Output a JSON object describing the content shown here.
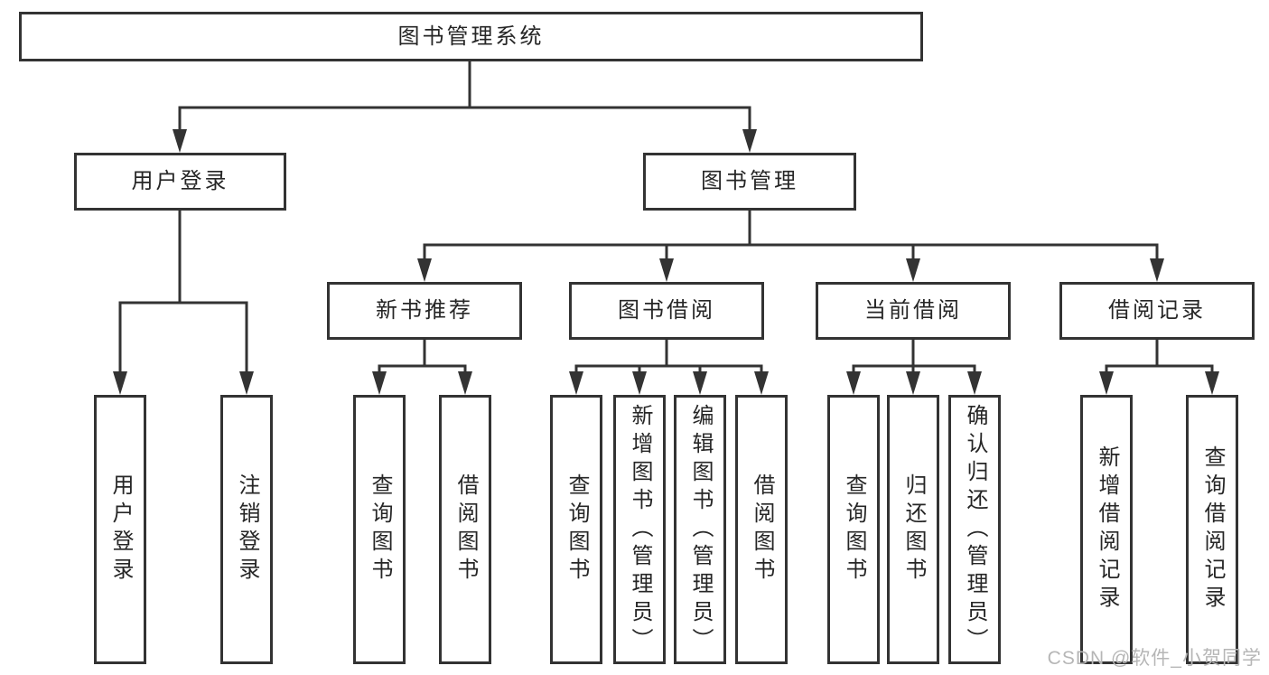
{
  "diagram_type": "function-structure-tree",
  "tree": {
    "root": "图书管理系统",
    "children": [
      {
        "label": "用户登录",
        "children": [
          {
            "label": "用户登录"
          },
          {
            "label": "注销登录"
          }
        ]
      },
      {
        "label": "图书管理",
        "children": [
          {
            "label": "新书推荐",
            "children": [
              {
                "label": "查询图书"
              },
              {
                "label": "借阅图书"
              }
            ]
          },
          {
            "label": "图书借阅",
            "children": [
              {
                "label": "查询图书"
              },
              {
                "label": "新增图书（管理员）"
              },
              {
                "label": "编辑图书（管理员）"
              },
              {
                "label": "借阅图书"
              }
            ]
          },
          {
            "label": "当前借阅",
            "children": [
              {
                "label": "查询图书"
              },
              {
                "label": "归还图书"
              },
              {
                "label": "确认归还（管理员）"
              }
            ]
          },
          {
            "label": "借阅记录",
            "children": [
              {
                "label": "新增借阅记录"
              },
              {
                "label": "查询借阅记录"
              }
            ]
          }
        ]
      }
    ]
  },
  "watermark": {
    "text": "CSDN @软件_小贺同学"
  },
  "colors": {
    "line": "#333333",
    "box_border": "#333333",
    "box_fill": "#ffffff",
    "text": "#262626",
    "watermark": "#b6b6b6",
    "background": "#ffffff"
  }
}
